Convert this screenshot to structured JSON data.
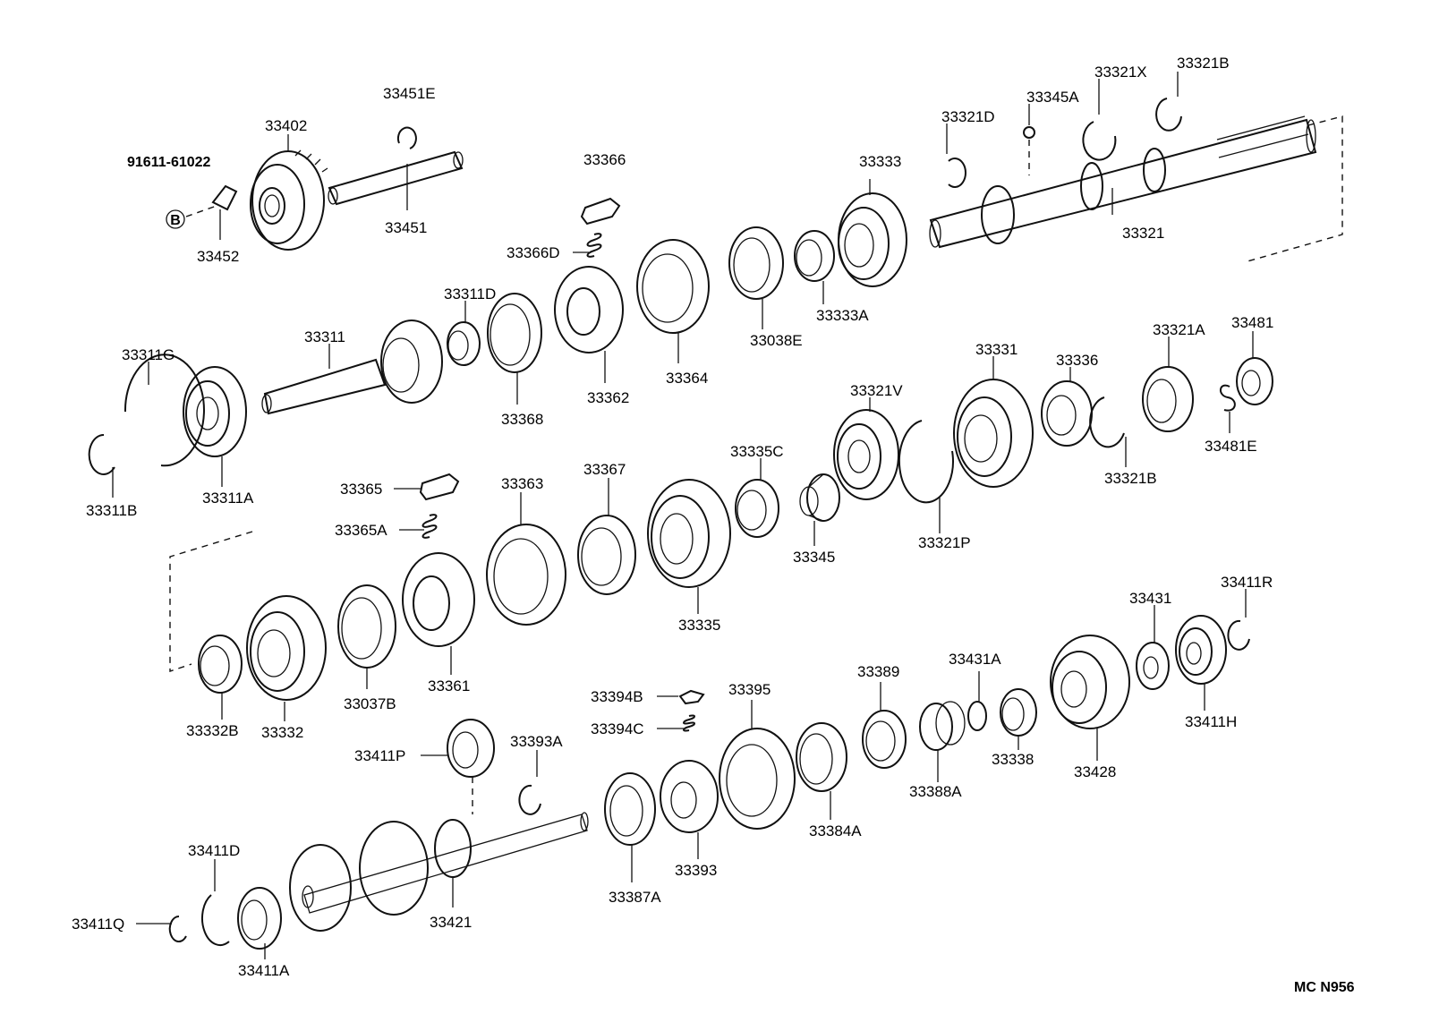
{
  "diagram_code": "MC N956",
  "bolt_marker": "B",
  "labels": {
    "p91611_61022": "91611-61022",
    "p33402": "33402",
    "p33451E": "33451E",
    "p33451": "33451",
    "p33452": "33452",
    "p33366": "33366",
    "p33366D": "33366D",
    "p33333": "33333",
    "p33321D": "33321D",
    "p33345A": "33345A",
    "p33321X": "33321X",
    "p33321B_top": "33321B",
    "p33321": "33321",
    "p33333A": "33333A",
    "p33038E": "33038E",
    "p33364": "33364",
    "p33362": "33362",
    "p33311D": "33311D",
    "p33368": "33368",
    "p33311": "33311",
    "p33311G": "33311G",
    "p33311A": "33311A",
    "p33311B": "33311B",
    "p33481": "33481",
    "p33321A": "33321A",
    "p33336": "33336",
    "p33331": "33331",
    "p33321V": "33321V",
    "p33481E": "33481E",
    "p33321B_mid": "33321B",
    "p33335C": "33335C",
    "p33345": "33345",
    "p33321P": "33321P",
    "p33367": "33367",
    "p33335": "33335",
    "p33363": "33363",
    "p33365": "33365",
    "p33365A": "33365A",
    "p33361": "33361",
    "p33037B": "33037B",
    "p33332": "33332",
    "p33332B": "33332B",
    "p33411R": "33411R",
    "p33431": "33431",
    "p33411H": "33411H",
    "p33431A": "33431A",
    "p33389": "33389",
    "p33338": "33338",
    "p33428": "33428",
    "p33388A": "33388A",
    "p33384A": "33384A",
    "p33395": "33395",
    "p33394B": "33394B",
    "p33394C": "33394C",
    "p33393": "33393",
    "p33393A": "33393A",
    "p33387A": "33387A",
    "p33411P": "33411P",
    "p33421": "33421",
    "p33411D": "33411D",
    "p33411Q": "33411Q",
    "p33411A": "33411A"
  }
}
